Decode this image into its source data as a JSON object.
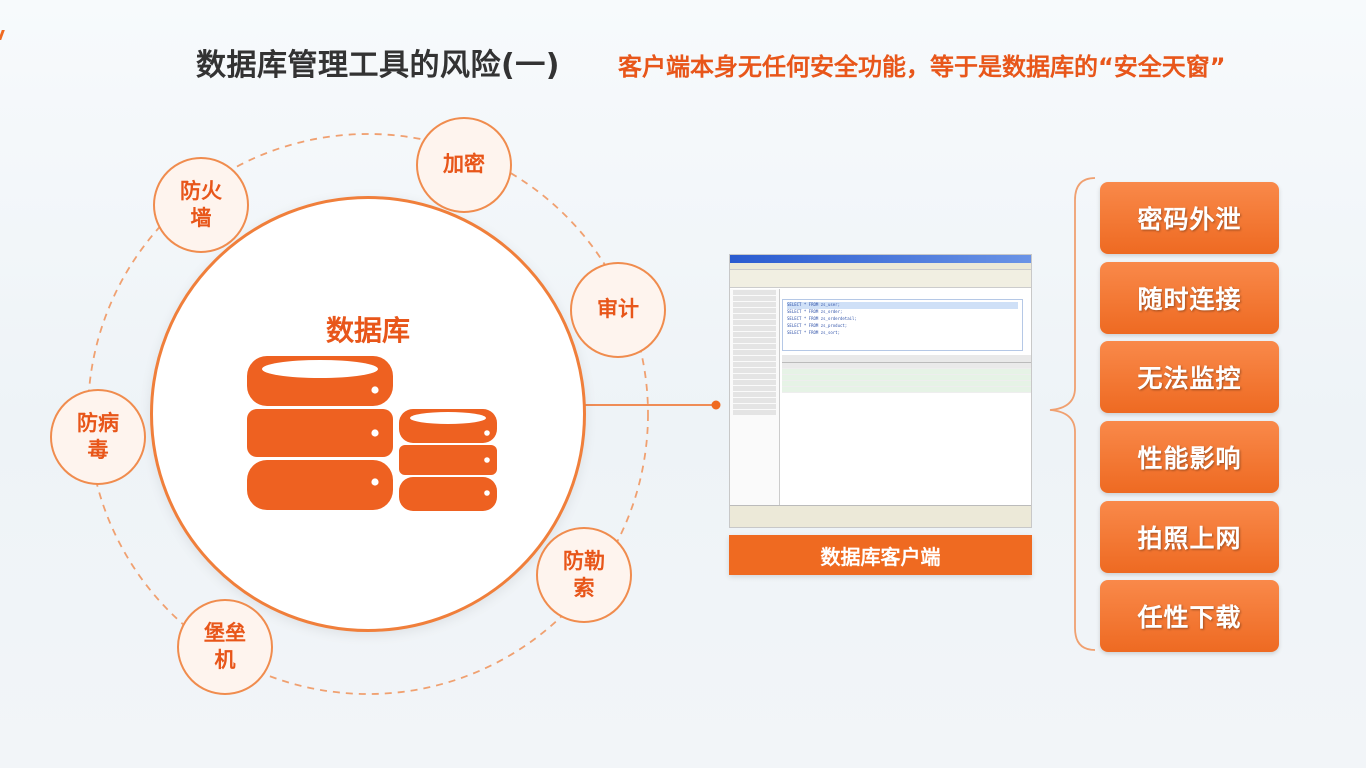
{
  "header": {
    "title": "数据库管理工具的风险(一)",
    "subtitle": "客户端本身无任何安全功能，等于是数据库的“安全天窗”"
  },
  "center": {
    "label": "数据库"
  },
  "satellites": [
    {
      "id": "firewall",
      "label": "防火墙"
    },
    {
      "id": "encryption",
      "label": "加密"
    },
    {
      "id": "audit",
      "label": "审计"
    },
    {
      "id": "antivirus",
      "label": "防病毒"
    },
    {
      "id": "anti-ransomware",
      "label": "防勒索"
    },
    {
      "id": "bastion",
      "label": "堡垒机"
    }
  ],
  "client": {
    "label": "数据库客户端",
    "sql_lines": [
      "SELECT * FROM zs_user;",
      "SELECT * FROM zs_order;",
      "SELECT * FROM zs_orderdetail;",
      "SELECT * FROM zs_product;",
      "SELECT * FROM zs_sort;"
    ]
  },
  "risks": [
    {
      "label": "密码外泄"
    },
    {
      "label": "随时连接"
    },
    {
      "label": "无法监控"
    },
    {
      "label": "性能影响"
    },
    {
      "label": "拍照上网"
    },
    {
      "label": "任性下载"
    }
  ],
  "colors": {
    "accent": "#ef6a21",
    "accent_light": "#f9894a",
    "title": "#333333",
    "subtitle": "#e8561a"
  }
}
